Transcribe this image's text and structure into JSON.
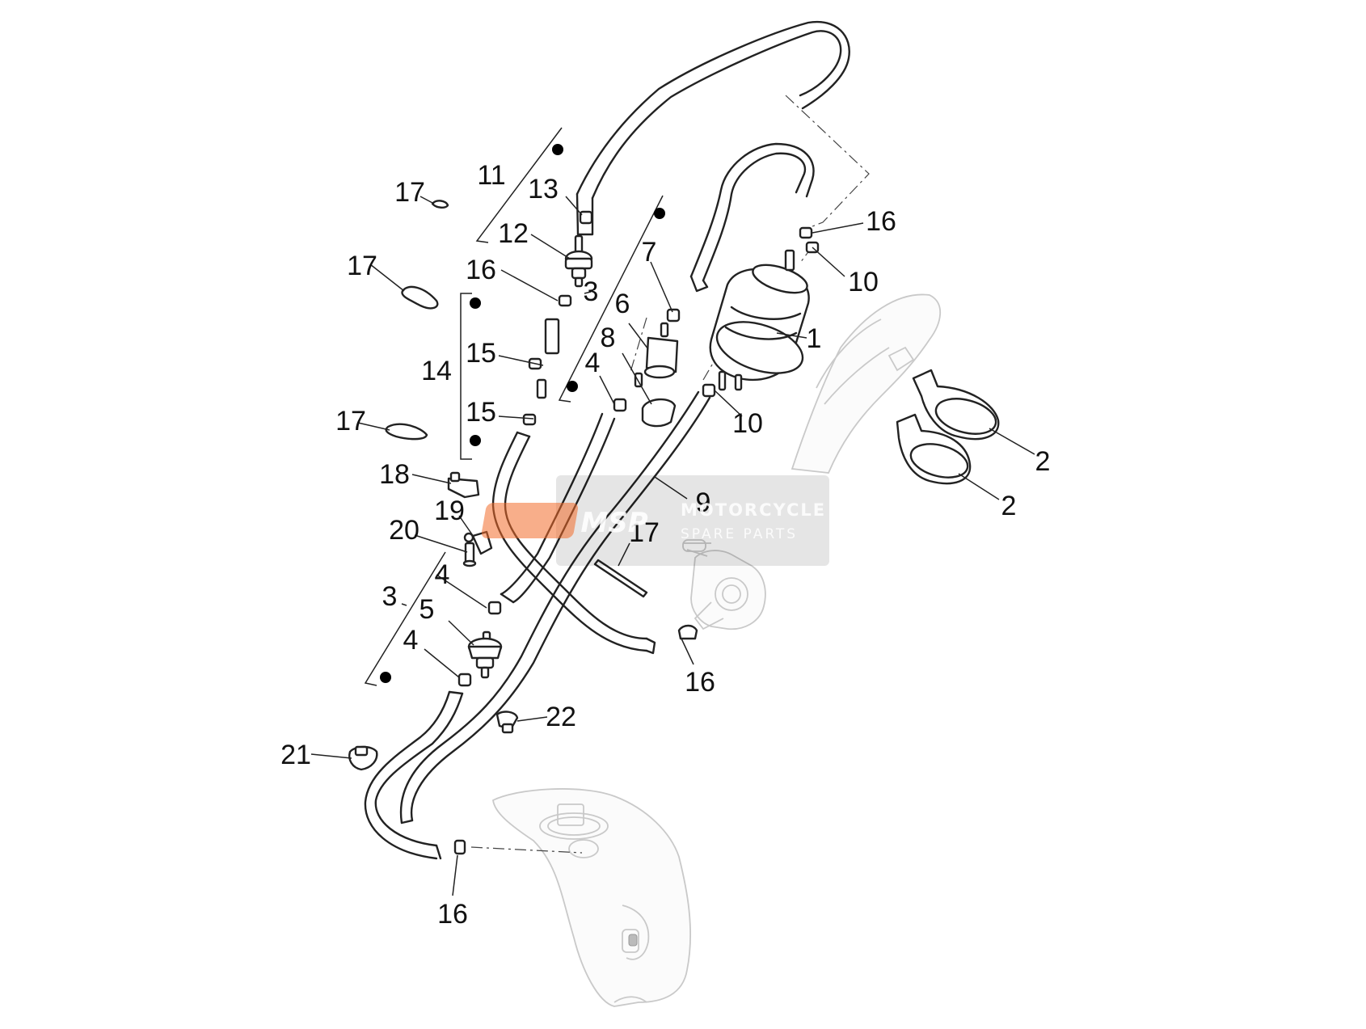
{
  "diagram": {
    "callouts": {
      "c1": "1",
      "c2a": "2",
      "c2b": "2",
      "c3a": "3",
      "c3b": "3",
      "c4a": "4",
      "c4b": "4",
      "c4c": "4",
      "c5": "5",
      "c6": "6",
      "c7": "7",
      "c8": "8",
      "c9": "9",
      "c10a": "10",
      "c10b": "10",
      "c11": "11",
      "c12": "12",
      "c13": "13",
      "c14": "14",
      "c15a": "15",
      "c15b": "15",
      "c16a": "16",
      "c16b": "16",
      "c16c": "16",
      "c16d": "16",
      "c17a": "17",
      "c17b": "17",
      "c17c": "17",
      "c17d": "17",
      "c18": "18",
      "c19": "19",
      "c20": "20",
      "c21": "21",
      "c22": "22"
    }
  },
  "watermark": {
    "logo": "MSP",
    "line1": "MOTORCYCLE",
    "line2": "SPARE PARTS"
  }
}
